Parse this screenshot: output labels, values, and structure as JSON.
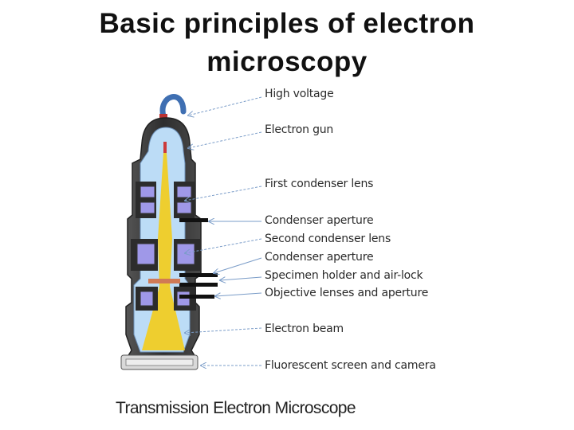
{
  "title": {
    "line1": "Basic principles of electron",
    "line2": "microscopy"
  },
  "labels": [
    "High voltage",
    "Electron gun",
    "First condenser lens",
    "Condenser  aperture",
    "Second condenser lens",
    "Condenser aperture",
    "Specimen holder and air-lock",
    "Objective lenses and aperture",
    "Electron beam",
    "Fluorescent  screen  and camera"
  ],
  "caption": "Transmission Electron Microscope",
  "colors": {
    "body": "#3a3a3a",
    "interior": "#bcdcf6",
    "beam": "#f3cc1a",
    "lens": "#9f98e8",
    "cable": "#3f6fb2",
    "arrow": "#7a9cc8"
  }
}
